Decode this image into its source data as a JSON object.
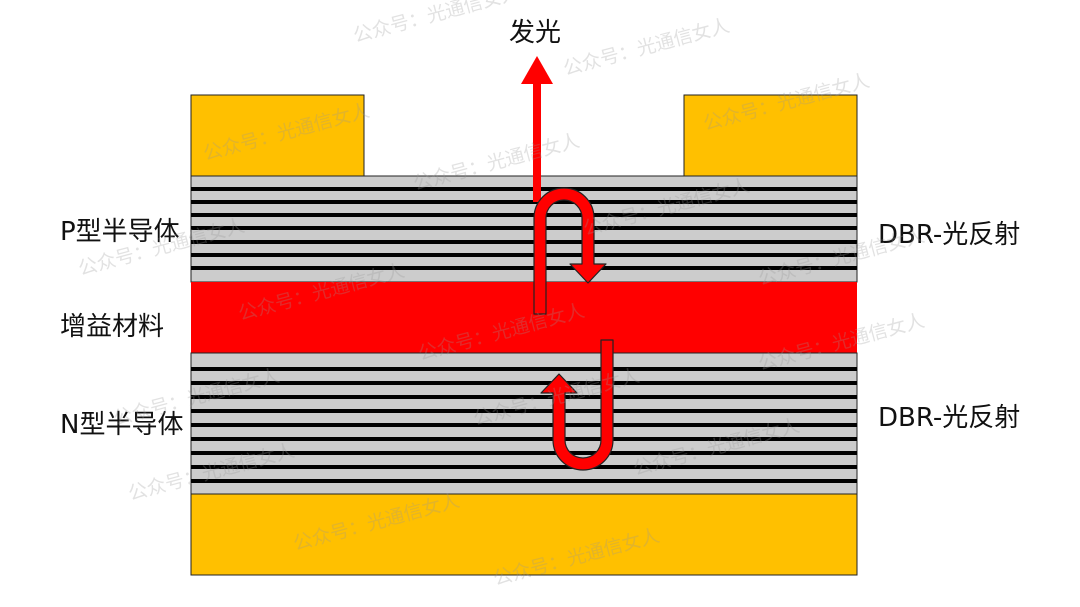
{
  "labels": {
    "emission": "发光",
    "p_semiconductor": "P型半导体",
    "gain_material": "增益材料",
    "n_semiconductor": "N型半导体",
    "dbr_top": "DBR-光反射",
    "dbr_bottom": "DBR-光反射"
  },
  "watermark": "公众号：光通信女人",
  "colors": {
    "electrode": "#ffc000",
    "gain": "#ff0000",
    "dbr_gray": "#cccccc",
    "dbr_black": "#000000",
    "arrow": "#ff0000",
    "outline": "#111111"
  }
}
